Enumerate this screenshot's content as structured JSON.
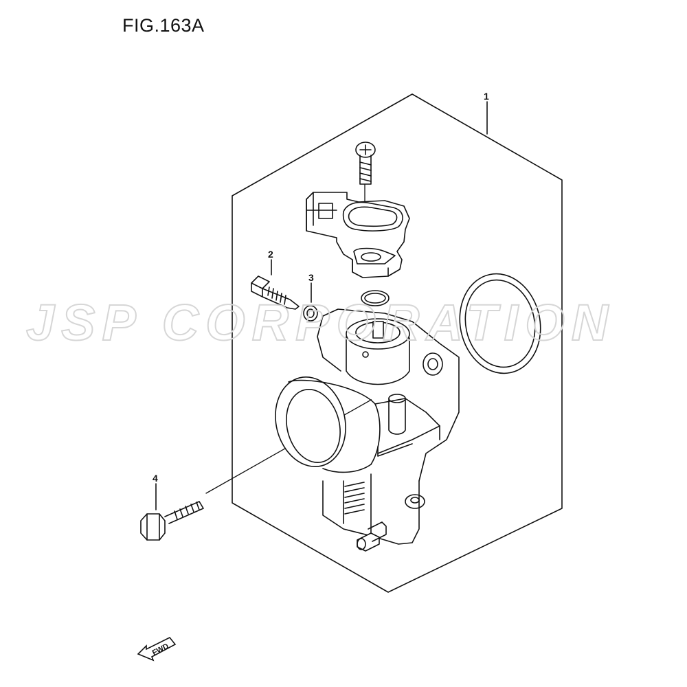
{
  "figure": {
    "title": "FIG.163A"
  },
  "callouts": [
    {
      "number": "1",
      "part": "throttle-body-assembly"
    },
    {
      "number": "2",
      "part": "adjust-screw"
    },
    {
      "number": "3",
      "part": "o-ring-small"
    },
    {
      "number": "4",
      "part": "flange-bolt"
    }
  ],
  "watermark": {
    "text": "JSP CORPORATION"
  },
  "direction_marker": {
    "text": "FWD"
  }
}
